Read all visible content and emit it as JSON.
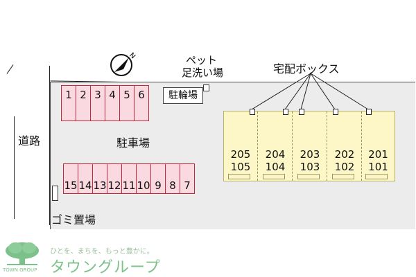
{
  "labels": {
    "road": "道路",
    "parking": "駐車場",
    "bicycle_parking": "駐輪場",
    "pet_foot_wash_line1": "ペット",
    "pet_foot_wash_line2": "足洗い場",
    "delivery_box": "宅配ボックス",
    "garbage_area": "ゴミ置場"
  },
  "parking_top": [
    "1",
    "2",
    "3",
    "4",
    "5",
    "6"
  ],
  "parking_bottom": [
    "15",
    "14",
    "13",
    "12",
    "11",
    "10",
    "9",
    "8",
    "7"
  ],
  "units": [
    {
      "upper": "205",
      "lower": "105"
    },
    {
      "upper": "204",
      "lower": "104"
    },
    {
      "upper": "203",
      "lower": "103"
    },
    {
      "upper": "202",
      "lower": "102"
    },
    {
      "upper": "201",
      "lower": "101"
    }
  ],
  "footer": {
    "tagline": "ひとを、まちを、もっと豊かに。",
    "brand": "タウングループ",
    "brand_en": "TOWN GROUP"
  },
  "icons": {
    "compass": "north-arrow-icon",
    "logo": "tree-logo-icon"
  },
  "colors": {
    "parking_fill": "#fbd9e0",
    "parking_border": "#c22a3c",
    "building_fill": "#fdf6c6",
    "lot_fill": "#ececec",
    "brand_green": "#7cc08a"
  }
}
